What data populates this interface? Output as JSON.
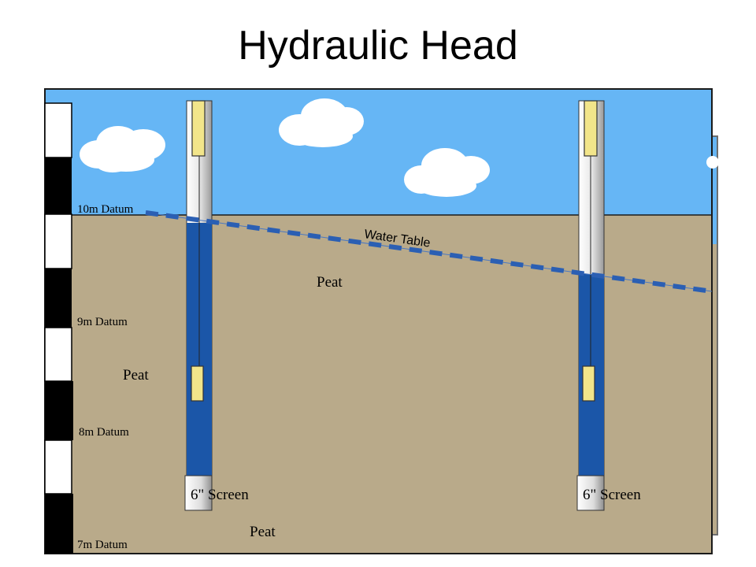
{
  "title": "Hydraulic Head",
  "colors": {
    "sky": "#66B6F5",
    "ground": "#B9AA8A",
    "water": "#1B56A8",
    "casing": "#EFEFEF",
    "sensor": "#F2E58A",
    "water_table_line": "#2B5FB3"
  },
  "datums": [
    "10m Datum",
    "9m Datum",
    "8m Datum",
    "7m Datum"
  ],
  "labels": {
    "water_table": "Water Table",
    "peat_upper": "Peat",
    "peat_left": "Peat",
    "peat_bottom": "Peat"
  },
  "wells": [
    {
      "screen_label": "6\" Screen"
    },
    {
      "screen_label": "6\" Screen"
    }
  ]
}
